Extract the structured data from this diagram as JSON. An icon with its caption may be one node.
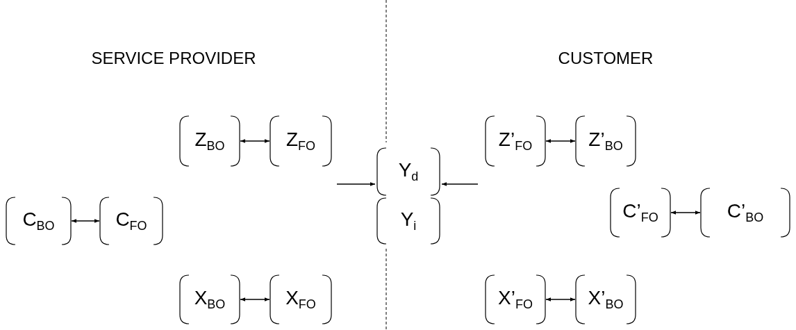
{
  "diagram": {
    "nodes": [
      {
        "text": [
          "C$_{BO}$"
        ]
      },
      {
        "text": [
          "C$_{FO}$"
        ]
      },
      {
        "text": [
          "Z$_{BO}$"
        ]
      },
      {
        "text": [
          "Z$_{FO}$"
        ]
      },
      {
        "text": [
          "X$_{BO}$"
        ]
      },
      {
        "text": [
          "X$_{FO}$"
        ]
      },
      {
        "text": [
          "Y$_{d}$"
        ]
      },
      {
        "text": [
          "Y$_{i}$"
        ]
      },
      {
        "text": [
          "Z’$_{FO}$"
        ]
      },
      {
        "text": [
          "Z’$_{BO}$"
        ]
      },
      {
        "text": [
          "X’$_{FO}$"
        ]
      },
      {
        "text": [
          "X’$_{BO}$"
        ]
      },
      {
        "text": [
          "C’$_{FO}$"
        ]
      },
      {
        "text": [
          "C’$_{BO}$"
        ]
      }
    ],
    "edges": [
      {
        "from": 0,
        "to": 1,
        "arrow": "both"
      },
      {
        "from": 2,
        "to": 3,
        "arrow": "both"
      },
      {
        "from": 4,
        "to": 5,
        "arrow": "both"
      },
      {
        "from": null,
        "to": 6,
        "arrow": "to"
      },
      {
        "from": null,
        "to": 6,
        "arrow": "to"
      },
      {
        "from": 8,
        "to": 9,
        "arrow": "both"
      },
      {
        "from": 10,
        "to": 11,
        "arrow": "both"
      },
      {
        "from": 12,
        "to": 13,
        "arrow": "both"
      }
    ],
    "labels": [
      "SERVICE PROVIDER",
      "CUSTOMER"
    ]
  }
}
